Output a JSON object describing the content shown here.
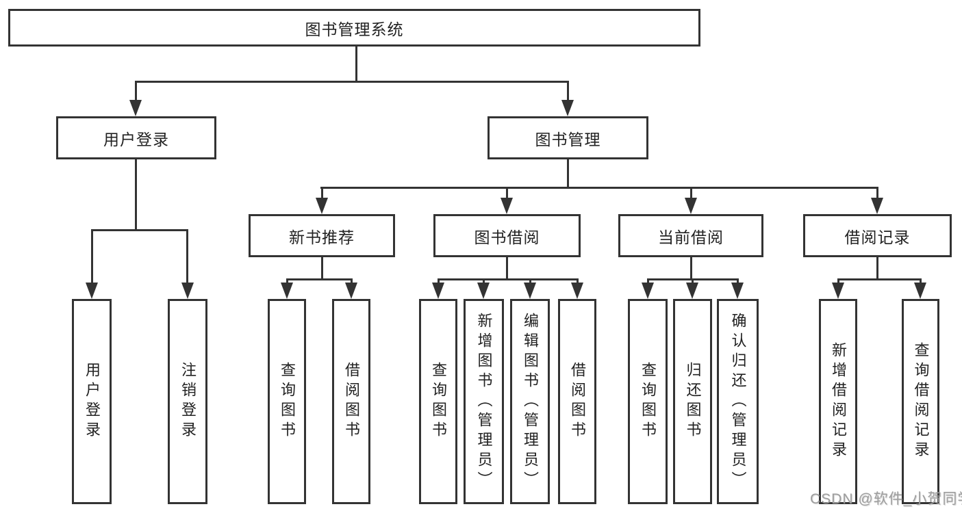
{
  "diagram": {
    "type": "tree",
    "nodes": {
      "root": "图书管理系统",
      "userLogin": "用户登录",
      "bookManagement": "图书管理",
      "newBookRec": "新书推荐",
      "bookBorrowing": "图书借阅",
      "currentBorrowing": "当前借阅",
      "borrowRecords": "借阅记录",
      "userLoginChildren": [
        "用户登录",
        "注销登录"
      ],
      "newBookRecChildren": [
        "查询图书",
        "借阅图书"
      ],
      "bookBorrowingChildren": [
        "查询图书",
        "新增图书（管理员）",
        "编辑图书（管理员）",
        "借阅图书"
      ],
      "currentBorrowingChildren": [
        "查询图书",
        "归还图书",
        "确认归还（管理员）"
      ],
      "borrowRecordsChildren": [
        "新增借阅记录",
        "查询借阅记录"
      ]
    },
    "hierarchy": {
      "图书管理系统": {
        "用户登录": [
          "用户登录",
          "注销登录"
        ],
        "图书管理": {
          "新书推荐": [
            "查询图书",
            "借阅图书"
          ],
          "图书借阅": [
            "查询图书",
            "新增图书（管理员）",
            "编辑图书（管理员）",
            "借阅图书"
          ],
          "当前借阅": [
            "查询图书",
            "归还图书",
            "确认归还（管理员）"
          ],
          "借阅记录": [
            "新增借阅记录",
            "查询借阅记录"
          ]
        }
      }
    }
  },
  "watermark": "CSDN @软件_小贺同学",
  "colors": {
    "line": "#333333",
    "text": "#222222",
    "background": "#ffffff",
    "watermark": "#9e9e9e"
  }
}
